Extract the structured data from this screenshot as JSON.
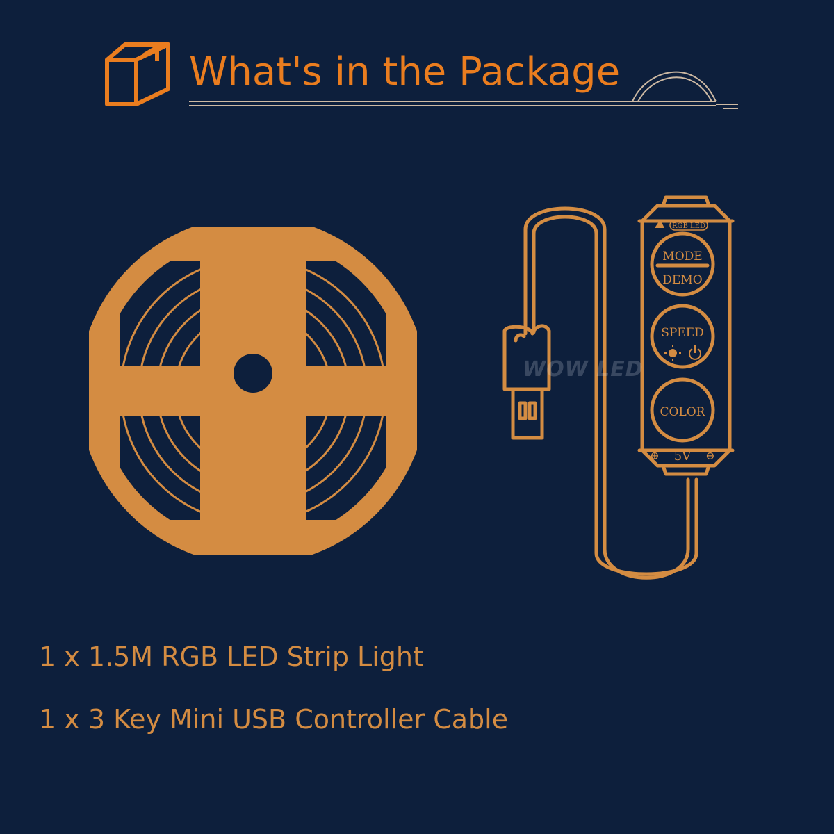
{
  "header": {
    "title": "What's in the Package",
    "icon": "package-box-icon"
  },
  "controller": {
    "badge": "RGB LED",
    "buttons": [
      {
        "top": "MODE",
        "bottom": "DEMO"
      },
      {
        "top": "SPEED",
        "bottom": ""
      },
      {
        "top": "COLOR",
        "bottom": ""
      }
    ],
    "voltage": "5V",
    "plus": "⊕",
    "minus": "⊖"
  },
  "watermark": "WOW LED",
  "items": [
    "1 x 1.5M RGB LED Strip Light",
    "1 x 3 Key Mini USB Controller Cable"
  ],
  "colors": {
    "background": "#0d1f3c",
    "accent": "#ea7d1f",
    "illustration": "#d48c42"
  }
}
